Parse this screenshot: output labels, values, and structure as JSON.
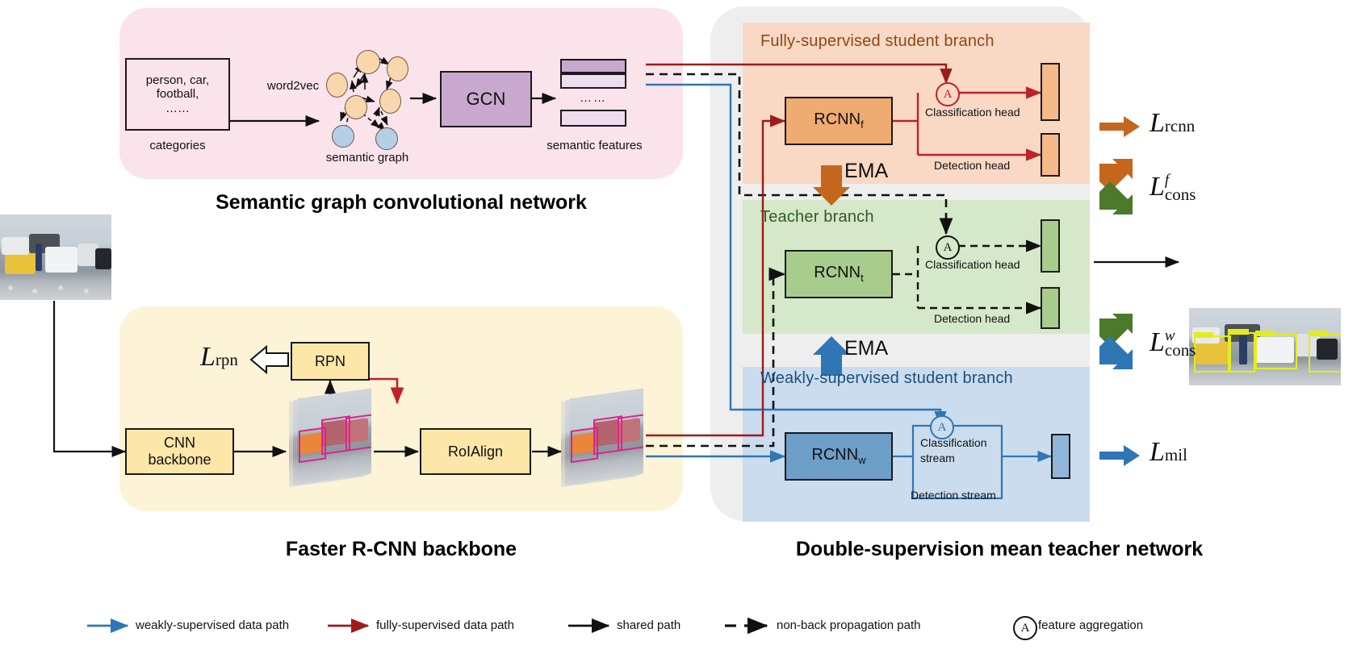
{
  "sgcn": {
    "caption": "Semantic graph convolutional network",
    "categories_box": "person, car,\nfootball,\n……",
    "categories_label": "categories",
    "word2vec_label": "word2vec",
    "semantic_graph_label": "semantic graph",
    "gcn_label": "GCN",
    "semantic_features_label": "semantic features",
    "features_ellipsis": "……",
    "colors": {
      "panel": "#fbe3ec",
      "gcn": "#c9a8cf",
      "feature_dark": "#c9a8cf",
      "feature_light": "#f0dcef"
    }
  },
  "frcnn": {
    "caption": "Faster R-CNN backbone",
    "cnn_backbone_label": "CNN\nbackbone",
    "rpn_label": "RPN",
    "roialign_label": "RoIAlign",
    "loss_rpn": {
      "base": "L",
      "sub": "rpn"
    },
    "colors": {
      "panel": "#fdf3d7",
      "box": "#fce6a8"
    }
  },
  "mean_teacher": {
    "caption": "Double-supervision mean teacher network",
    "fully_supervised": {
      "title": "Fully-supervised student branch",
      "rcnn": {
        "base": "RCNN",
        "sub": "f"
      },
      "classification_head": "Classification head",
      "detection_head": "Detection head",
      "aggregation_symbol": "A",
      "colors": {
        "panel": "#f9d8c4",
        "box": "#f0ab73",
        "accent": "#c0202a",
        "bar": "#f5b98a"
      }
    },
    "teacher": {
      "title": "Teacher branch",
      "rcnn": {
        "base": "RCNN",
        "sub": "t"
      },
      "classification_head": "Classification head",
      "detection_head": "Detection head",
      "aggregation_symbol": "A",
      "colors": {
        "panel": "#d5e8c9",
        "box": "#a8cc8c",
        "accent": "#111111",
        "bar": "#a8cc8c"
      }
    },
    "weakly_supervised": {
      "title": "Weakly-supervised student branch",
      "rcnn": {
        "base": "RCNN",
        "sub": "w"
      },
      "classification_stream": "Classification\nstream",
      "detection_stream": "Detection stream",
      "aggregation_symbol": "A",
      "colors": {
        "panel": "#cadcee",
        "box": "#6d9ec8",
        "accent": "#2f76b5",
        "bar": "#8fb6d8"
      }
    },
    "ema_top_label": "EMA",
    "ema_bottom_label": "EMA",
    "losses": [
      {
        "base": "L",
        "sub": "rcnn",
        "sup": "",
        "color": "#c4671c",
        "arrows": [
          "right"
        ]
      },
      {
        "base": "L",
        "sub": "cons",
        "sup": "f",
        "color": "#c4671c",
        "arrows": [
          "down-right",
          "up-right"
        ]
      },
      {
        "base": "L",
        "sub": "cons",
        "sup": "w",
        "color": "#4b7a2b",
        "arrows": [
          "down-right",
          "up-right"
        ]
      },
      {
        "base": "L",
        "sub": "mil",
        "sup": "",
        "color": "#2f76b5",
        "arrows": [
          "right"
        ]
      }
    ],
    "panel_color": "#eeeeee"
  },
  "legend": {
    "items": [
      {
        "name": "weakly-supervised-path",
        "label": "weakly-supervised data path",
        "style": "solid",
        "color": "#2f76b5"
      },
      {
        "name": "fully-supervised-path",
        "label": "fully-supervised data path",
        "style": "solid",
        "color": "#9e1b1b"
      },
      {
        "name": "shared-path",
        "label": "shared path",
        "style": "solid",
        "color": "#111111"
      },
      {
        "name": "non-back-propagation-path",
        "label": "non-back propagation path",
        "style": "dashed",
        "color": "#111111"
      },
      {
        "name": "feature-aggregation",
        "label": "feature aggregation",
        "style": "circle-a",
        "color": "#111111",
        "symbol": "A"
      }
    ]
  },
  "images": {
    "input_image_alt": "street scene with cars and pedestrian",
    "output_image_alt": "street scene with yellow detection boxes"
  }
}
